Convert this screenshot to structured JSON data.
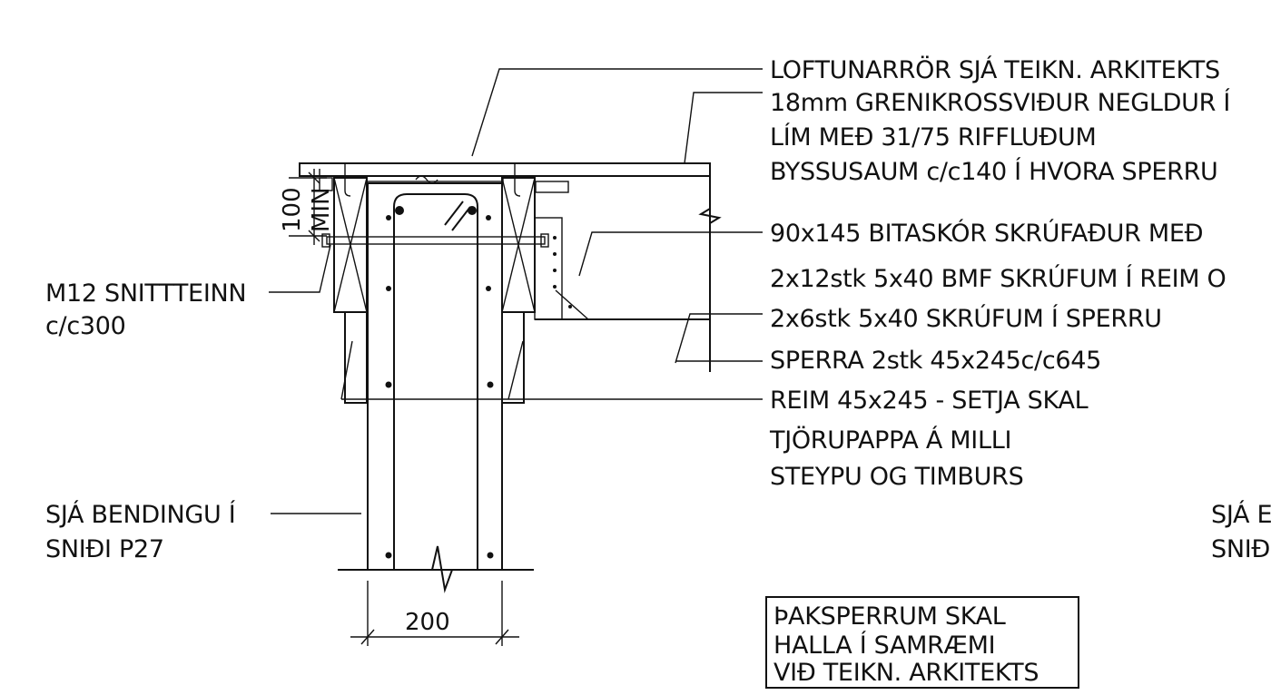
{
  "labels": {
    "vent_pipe": "LOFTUNARRÖR SJÁ TEIKN. ARKITEKTS",
    "plywood_1": "18mm GRENIKROSSVIÐUR NEGLDUR Í",
    "plywood_2": "LÍM MEÐ 31/75 RIFFLUÐUM",
    "plywood_3": "BYSSUSAUM c/c140 Í HVORA SPERRU",
    "hanger_1": "90x145 BITASKÓR SKRÚFAÐUR MEÐ",
    "hanger_2": "2x12stk 5x40 BMF SKRÚFUM Í REIM O",
    "hanger_3": "2x6stk 5x40 SKRÚFUM Í SPERRU",
    "rafter": "SPERRA 2stk 45x245c/c645",
    "plate_1": "REIM 45x245 - SETJA SKAL",
    "plate_2": "TJÖRUPAPPA Á MILLI",
    "plate_3": "STEYPU OG TIMBURS",
    "rod_1": "M12 SNITTTEINN",
    "rod_2": "c/c300",
    "rebar_1": "SJÁ BENDINGU Í",
    "rebar_2": "SNIÐI P27",
    "right_1": "SJÁ E",
    "right_2": "SNIÐ",
    "note_1": "ÞAKSPERRUM SKAL",
    "note_2": "HALLA Í SAMRÆMI",
    "note_3": "VIÐ TEIKN. ARKITEKTS"
  },
  "dimensions": {
    "min_height_value": "100",
    "min_height_unit": "MIN",
    "wall_width": "200"
  },
  "colors": {
    "line": "#111111",
    "concrete_hatch": "#b0b0b0",
    "background": "#ffffff"
  }
}
